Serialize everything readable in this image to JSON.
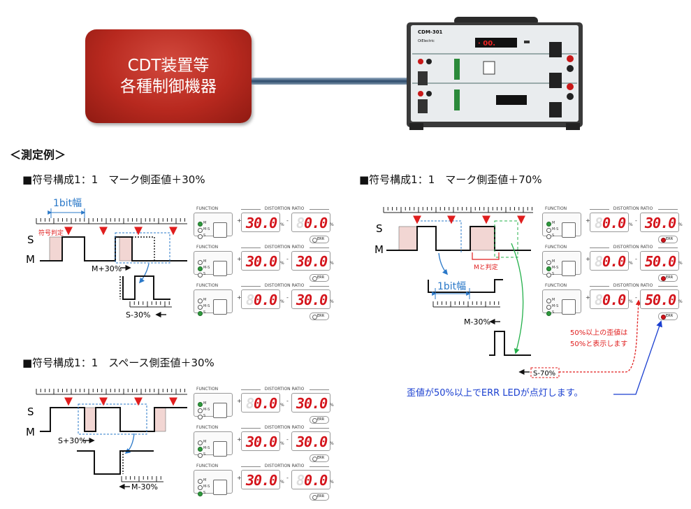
{
  "header": {
    "box_line1": "CDT装置等",
    "box_line2": "各種制御機器"
  },
  "device": {
    "model": "CDM-301",
    "maker": "OiElectric"
  },
  "heading": "＜測定例＞",
  "sections": {
    "s1": "■符号構成1：1　マーク側歪値＋30%",
    "s2": "■符号構成1：1　マーク側歪値＋70%",
    "s3": "■符号構成1：1　スペース側歪値＋30%"
  },
  "diagram": {
    "label_S": "S",
    "label_M": "M",
    "bit_width": "1bit幅",
    "judge": "符号判定",
    "m_plus30": "M+30%",
    "s_minus30": "S-30%",
    "m_judge": "Mと判定",
    "m_minus30": "M-30%",
    "s_minus70": "S-70%",
    "s_plus30": "S+30%",
    "note_50": "50%以上の歪値は",
    "note_50b": "50%と表示します",
    "err_note": "歪値が50%以上でERR LEDが点灯します。"
  },
  "panel_labels": {
    "function": "FUNCTION",
    "distortion": "DISTORTION",
    "ratio": "RATIO",
    "led_m": "M",
    "led_ms": "M-S",
    "led_s": "S",
    "err": "ERR",
    "plus": "+",
    "minus": "-",
    "pct": "%"
  },
  "panels": [
    {
      "fn": "M",
      "left": "30.0",
      "right": "0.0",
      "left_dim": false,
      "right_dim": true,
      "err_on": false
    },
    {
      "fn": "M-S",
      "left": "30.0",
      "right": "30.0",
      "left_dim": false,
      "right_dim": false,
      "err_on": false
    },
    {
      "fn": "S",
      "left": "0.0",
      "right": "30.0",
      "left_dim": true,
      "right_dim": false,
      "err_on": false
    },
    {
      "fn": "M",
      "left": "0.0",
      "right": "30.0",
      "left_dim": true,
      "right_dim": false,
      "err_on": true
    },
    {
      "fn": "M-S",
      "left": "0.0",
      "right": "50.0",
      "left_dim": true,
      "right_dim": false,
      "err_on": true
    },
    {
      "fn": "S",
      "left": "0.0",
      "right": "50.0",
      "left_dim": true,
      "right_dim": false,
      "err_on": true
    },
    {
      "fn": "M",
      "left": "0.0",
      "right": "30.0",
      "left_dim": true,
      "right_dim": false,
      "err_on": false
    },
    {
      "fn": "M-S",
      "left": "30.0",
      "right": "30.0",
      "left_dim": false,
      "right_dim": false,
      "err_on": false
    },
    {
      "fn": "S",
      "left": "30.0",
      "right": "0.0",
      "left_dim": false,
      "right_dim": true,
      "err_on": false
    }
  ],
  "colors": {
    "red_box": "#b8291f",
    "digit_red": "#d4141b",
    "led_green": "#2f9a3d",
    "accent_blue": "#1a5fd0",
    "shade_pink": "#f2d6d3"
  }
}
